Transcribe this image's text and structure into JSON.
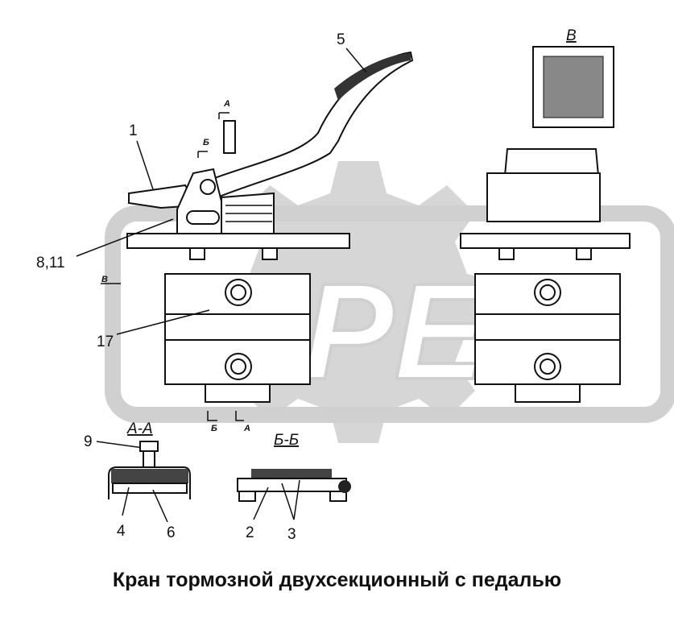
{
  "watermark": {
    "text": "OPEX"
  },
  "labels": {
    "pedal": "5",
    "view_b": "В",
    "lever": "1",
    "section_a_top": "А",
    "section_b_top": "Б",
    "part_8_11": "8,11",
    "view_arrow_b": "В",
    "part_17": "17",
    "section_b_bottom": "Б",
    "section_a_bottom": "А",
    "section_aa": "А-А",
    "part_9": "9",
    "section_bb": "Б-Б",
    "part_4": "4",
    "part_6": "6",
    "part_2": "2",
    "part_3": "3"
  },
  "caption": "Кран тормозной двухсекционный с педалью"
}
